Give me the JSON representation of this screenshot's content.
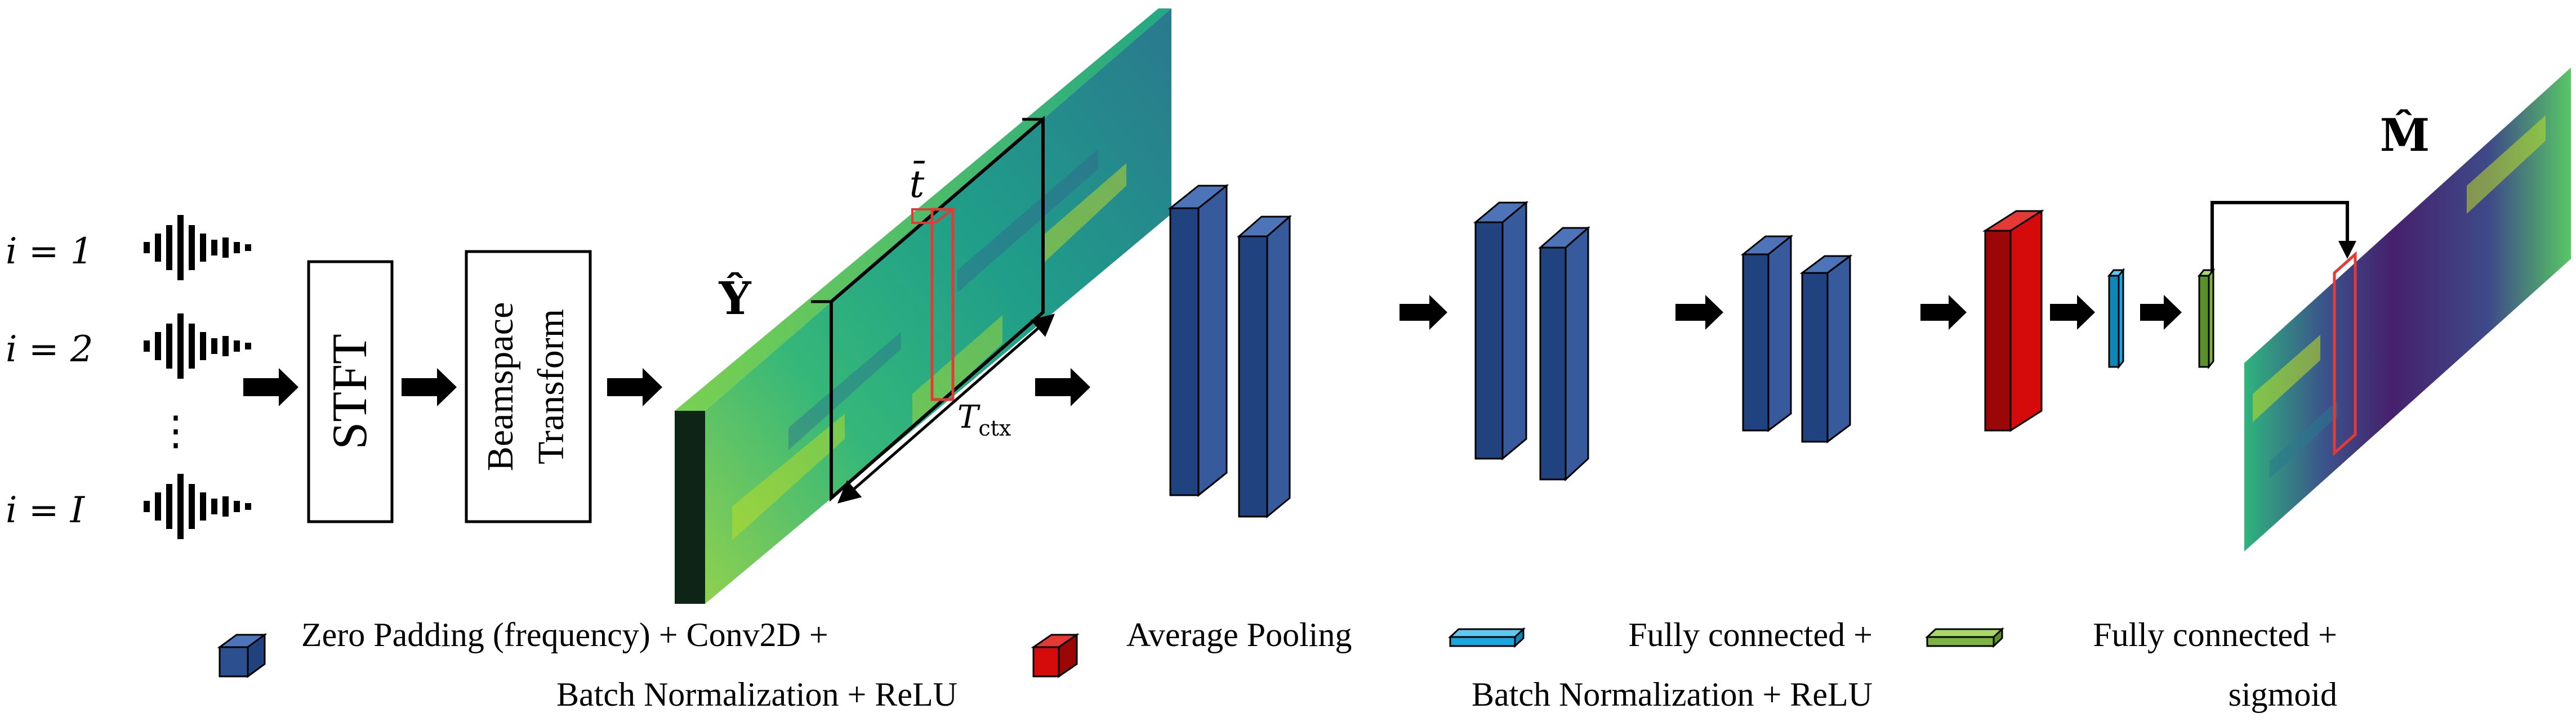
{
  "inputs": {
    "rows": [
      {
        "label": "i = 1"
      },
      {
        "label": "i = 2"
      },
      {
        "label": "i = I"
      }
    ],
    "ellipsis": "⋮"
  },
  "stft_label": "STFT",
  "beamspace_label_lines": [
    "Beamspace",
    "Transform"
  ],
  "spectrogram": {
    "symbol": "Ŷ",
    "time_symbol": "t̄",
    "context_label": "T",
    "context_subscript": "ctx"
  },
  "output": {
    "symbol": "M̂"
  },
  "colors": {
    "conv_front": "#365a9c",
    "conv_side": "#20427e",
    "conv_top": "#4d74b9",
    "pool_front": "#d50b0b",
    "pool_side": "#9b0606",
    "fc_bn_front": "#1aa7e0",
    "fc_sig_front": "#7cb342",
    "viridis_dark": "#440154",
    "viridis_mid": "#21918c",
    "viridis_bright": "#fde725",
    "highlight_red": "#e53935"
  },
  "legend": {
    "conv": {
      "line1": "Zero Padding (frequency) + Conv2D +",
      "line2": "Batch Normalization + ReLU"
    },
    "pool": {
      "line1": "Average Pooling"
    },
    "fc_bn": {
      "line1": "Fully connected +",
      "line2": "Batch Normalization + ReLU"
    },
    "fc_sig": {
      "line1": "Fully connected +",
      "line2": "sigmoid"
    }
  }
}
